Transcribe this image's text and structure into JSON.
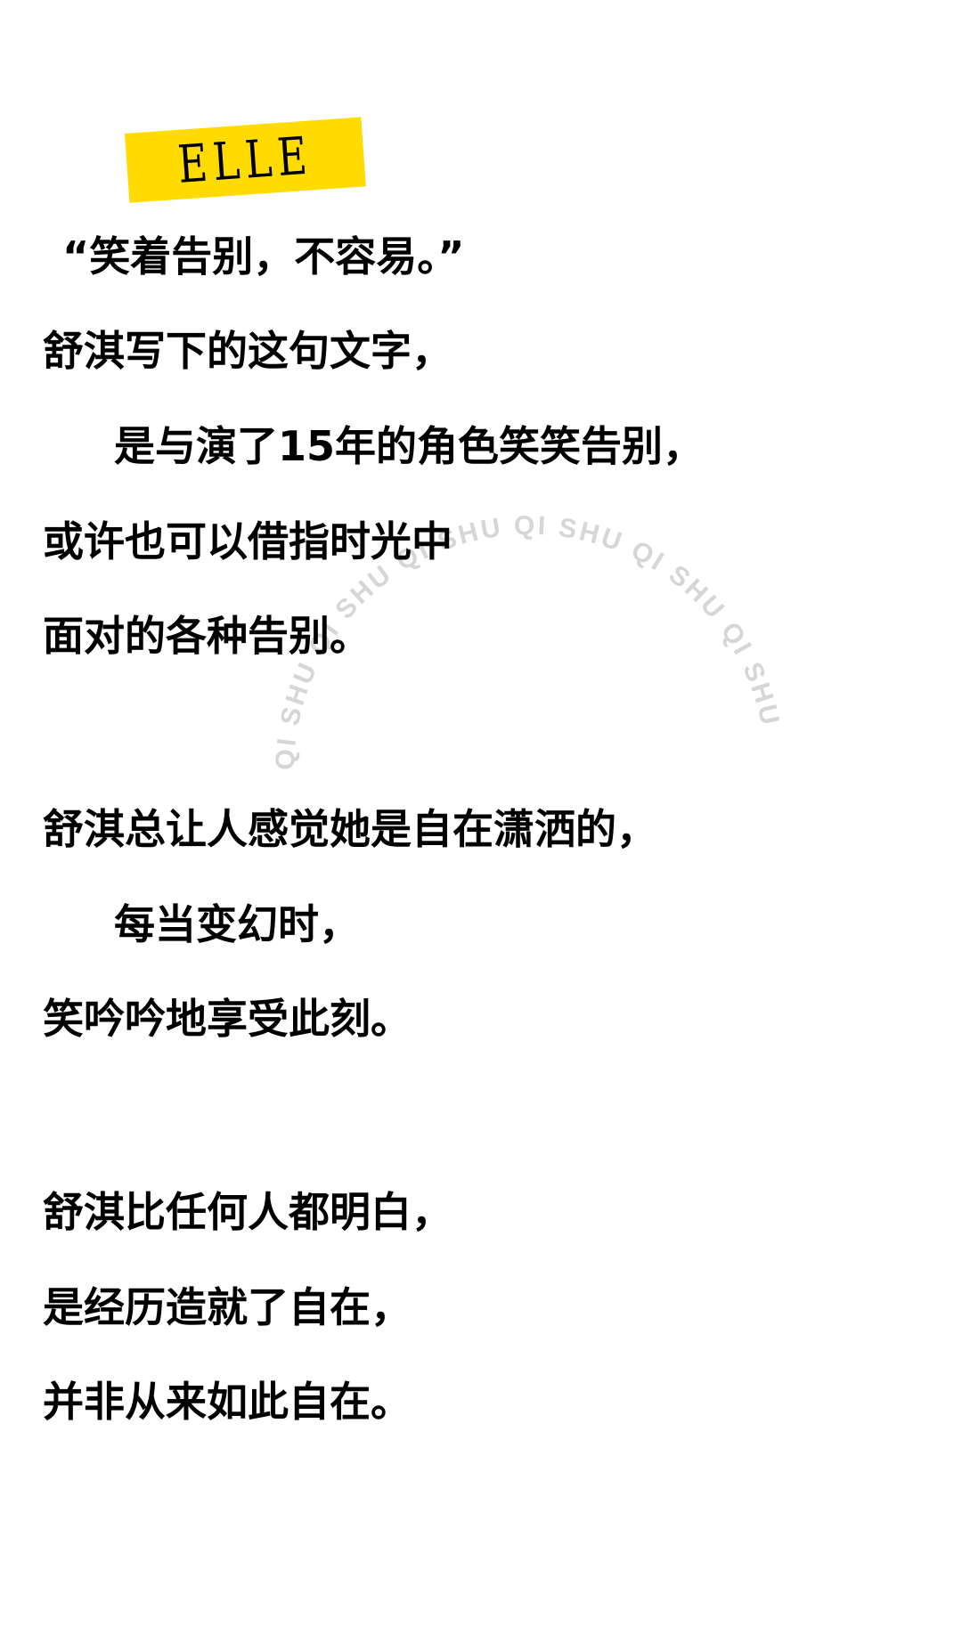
{
  "brand": {
    "label": "ELLE",
    "tag_color": "#ffdb00"
  },
  "watermark": {
    "text": "QI SHU QI SHU QI SHU QI SHU QI SHU QI SHU"
  },
  "paragraphs": [
    {
      "lines": [
        "“笑着告别，不容易。”",
        "舒淇写下的这句文字，",
        "是与演了15年的角色笑笑告别，",
        "或许也可以借指时光中",
        "面对的各种告别。"
      ]
    },
    {
      "lines": [
        "舒淇总让人感觉她是自在潇洒的，",
        "每当变幻时，",
        "笑吟吟地享受此刻。"
      ]
    },
    {
      "lines": [
        "舒淇比任何人都明白，",
        "是经历造就了自在，",
        "并非从来如此自在。"
      ]
    }
  ]
}
